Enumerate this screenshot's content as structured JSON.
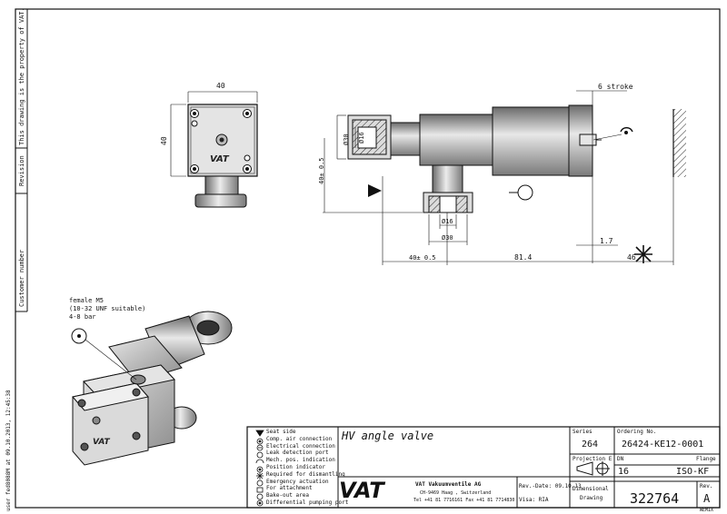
{
  "sidebar": {
    "property_note": "This drawing is the property of VAT.",
    "revision_label": "Revision",
    "customer_number_label": "Customer number"
  },
  "footer_note": "user fed8088M at 09.10.2013, 12:45:38",
  "dimensions": {
    "top_width": "40",
    "top_height": "40",
    "stroke": "6 stroke",
    "d16_inlet": "Ø16",
    "d30_inlet": "Ø30",
    "height_40": "40± 0.5",
    "d16_outlet": "Ø16",
    "d30_outlet": "Ø30",
    "horiz_40": "40± 0.5",
    "horiz_814": "81.4",
    "gap_17": "1.7",
    "clear_46": "46"
  },
  "callout": {
    "line1": "female M5",
    "line2": "(10-32 UNF suitable)",
    "line3": "4-8 bar"
  },
  "legend": [
    {
      "icon": "seat-side-icon",
      "text": "Seat side"
    },
    {
      "icon": "comp-air-icon",
      "text": "Comp. air connection"
    },
    {
      "icon": "electrical-icon",
      "text": "Electrical connection"
    },
    {
      "icon": "leak-port-icon",
      "text": "Leak detection port"
    },
    {
      "icon": "mech-pos-icon",
      "text": "Mech. pos. indication"
    },
    {
      "icon": "position-indicator-icon",
      "text": "Position indicator"
    },
    {
      "icon": "asterisk-icon",
      "text": "Required for dismantling"
    },
    {
      "icon": "emergency-icon",
      "text": "Emergency actuation"
    },
    {
      "icon": "attachment-icon",
      "text": "For attachment"
    },
    {
      "icon": "bakeout-icon",
      "text": "Bake-out area"
    },
    {
      "icon": "diff-pump-icon",
      "text": "Differential pumping port"
    }
  ],
  "title_block": {
    "title": "HV angle valve",
    "series_label": "Series",
    "series_value": "264",
    "ordering_label": "Ordering No.",
    "ordering_value": "26424-KE12-0001",
    "projection_label": "Projection E",
    "dn_label": "DN",
    "dn_value": "16",
    "flange_label": "Flange",
    "flange_value": "ISO-KF",
    "company_logo": "VAT",
    "company_name": "VAT Vakuumventile AG",
    "company_address": "CH-9469 Haag , Switzerland",
    "company_phone": "Tel +41 81 7716161 Fax +41 81 7714830",
    "rev_date": "Rev.-Date: 09.10.13",
    "visa": "Visa: RIA",
    "doc_type_line1": "Dimensional",
    "doc_type_line2": "Drawing",
    "drawing_number": "322764",
    "rev_label": "Rev.",
    "rev_value": "A",
    "corner_code": "WEMIX"
  },
  "colors": {
    "line": "#111111",
    "shade": "#cfcfcf",
    "dark": "#555555"
  }
}
